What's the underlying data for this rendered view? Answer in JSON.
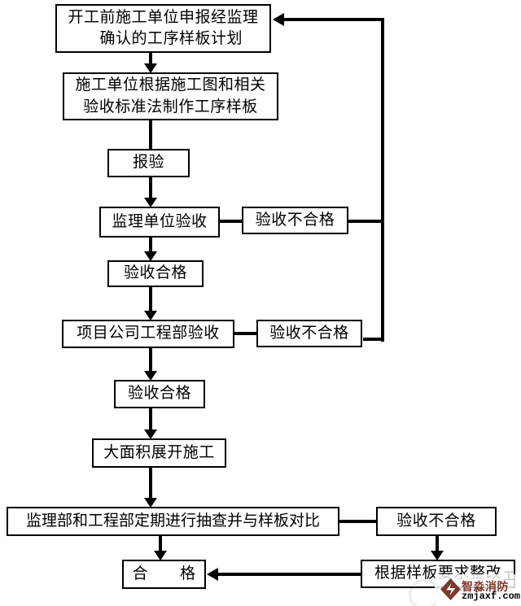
{
  "diagram": {
    "nodes": {
      "sample_plan": "开工前施工单位申报经监理\n　确认的工序样板计划",
      "make_sample": "施工单位根据施工图和相关\n验收标准法制作工序样板",
      "submit_inspection": "报验",
      "supervisor_inspection": "监理单位验收",
      "fail_1": "验收不合格",
      "pass_1": "验收合格",
      "company_inspection": "项目公司工程部验收",
      "fail_2": "验收不合格",
      "pass_2": "验收合格",
      "full_construction": "大面积展开施工",
      "periodic_check": "监理部和工程部定期进行抽查并与样板对比",
      "fail_3": "验收不合格",
      "qualified": "合　　格",
      "rectify": "根据样板要求整改"
    },
    "line_color": "#000000"
  },
  "watermark": {
    "brand": "智淼消防",
    "site": "zmjaxf.com",
    "brand_color": "#7d3a2c",
    "ghost_char": "工"
  }
}
